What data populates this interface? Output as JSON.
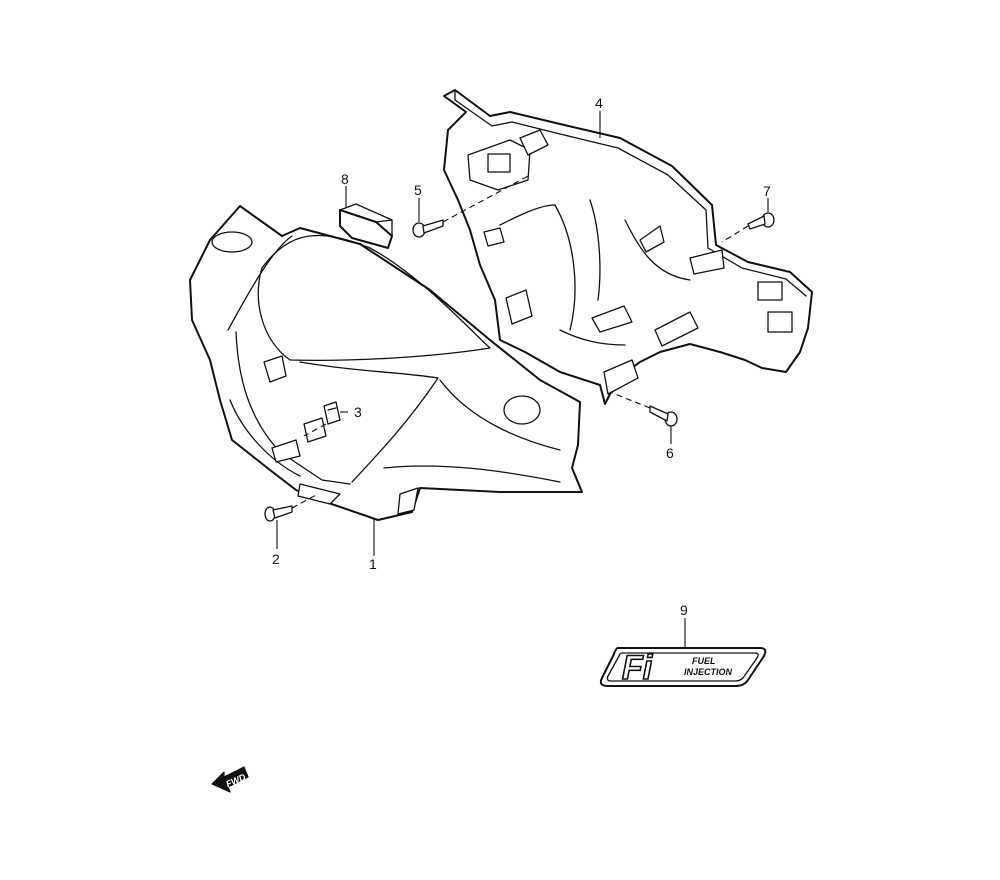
{
  "callouts": {
    "c1": "1",
    "c2": "2",
    "c3": "3",
    "c4": "4",
    "c5": "5",
    "c6": "6",
    "c7": "7",
    "c8": "8",
    "c9": "9"
  },
  "decal": {
    "logo": "Fi",
    "line1": "FUEL",
    "line2": "INJECTION"
  },
  "direction_marker": {
    "label": "FWD"
  },
  "colors": {
    "line": "#111111",
    "background": "#ffffff"
  }
}
